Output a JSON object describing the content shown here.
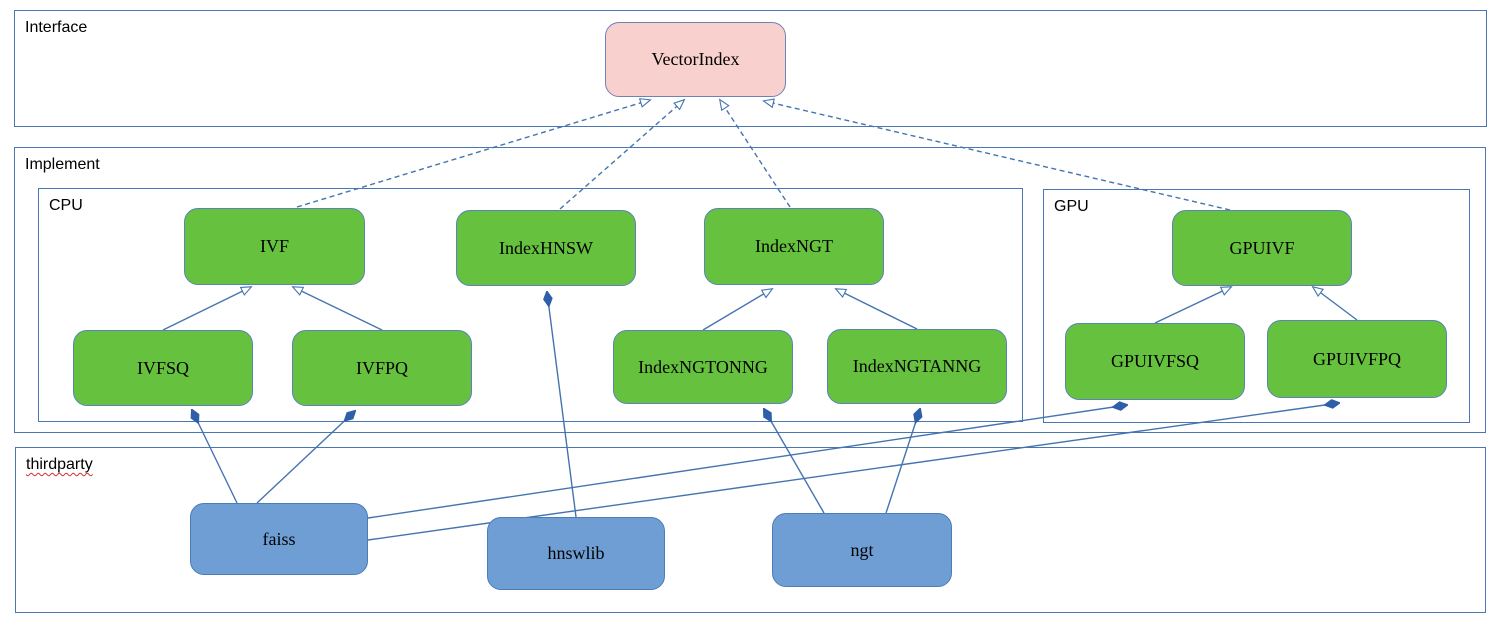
{
  "containers": {
    "interface": {
      "label": "Interface"
    },
    "implement": {
      "label": "Implement"
    },
    "cpu": {
      "label": "CPU"
    },
    "gpu": {
      "label": "GPU"
    },
    "thirdparty": {
      "label": "thirdparty"
    }
  },
  "nodes": {
    "vectorindex": {
      "label": "VectorIndex",
      "group": "interface",
      "fill": "#f8d0cd"
    },
    "ivf": {
      "label": "IVF",
      "group": "cpu",
      "fill": "#66c23e"
    },
    "indexhnsw": {
      "label": "IndexHNSW",
      "group": "cpu",
      "fill": "#66c23e"
    },
    "indexngt": {
      "label": "IndexNGT",
      "group": "cpu",
      "fill": "#66c23e"
    },
    "ivfsq": {
      "label": "IVFSQ",
      "group": "cpu",
      "fill": "#66c23e"
    },
    "ivfpq": {
      "label": "IVFPQ",
      "group": "cpu",
      "fill": "#66c23e"
    },
    "indexngtonng": {
      "label": "IndexNGTONNG",
      "group": "cpu",
      "fill": "#66c23e"
    },
    "indexngtanng": {
      "label": "IndexNGTANNG",
      "group": "cpu",
      "fill": "#66c23e"
    },
    "gpuivf": {
      "label": "GPUIVF",
      "group": "gpu",
      "fill": "#66c23e"
    },
    "gpuivfsq": {
      "label": "GPUIVFSQ",
      "group": "gpu",
      "fill": "#66c23e"
    },
    "gpuivfpq": {
      "label": "GPUIVFPQ",
      "group": "gpu",
      "fill": "#66c23e"
    },
    "faiss": {
      "label": "faiss",
      "group": "thirdparty",
      "fill": "#6f9ed4"
    },
    "hnswlib": {
      "label": "hnswlib",
      "group": "thirdparty",
      "fill": "#6f9ed4"
    },
    "ngt": {
      "label": "ngt",
      "group": "thirdparty",
      "fill": "#6f9ed4"
    }
  },
  "relationships": [
    {
      "from": "IVF",
      "to": "VectorIndex",
      "type": "realization-dashed-hollow-arrow"
    },
    {
      "from": "IndexHNSW",
      "to": "VectorIndex",
      "type": "realization-dashed-hollow-arrow"
    },
    {
      "from": "IndexNGT",
      "to": "VectorIndex",
      "type": "realization-dashed-hollow-arrow"
    },
    {
      "from": "GPUIVF",
      "to": "VectorIndex",
      "type": "realization-dashed-hollow-arrow"
    },
    {
      "from": "IVFSQ",
      "to": "IVF",
      "type": "generalization-hollow-arrow"
    },
    {
      "from": "IVFPQ",
      "to": "IVF",
      "type": "generalization-hollow-arrow"
    },
    {
      "from": "IndexNGTONNG",
      "to": "IndexNGT",
      "type": "generalization-hollow-arrow"
    },
    {
      "from": "IndexNGTANNG",
      "to": "IndexNGT",
      "type": "generalization-hollow-arrow"
    },
    {
      "from": "GPUIVFSQ",
      "to": "GPUIVF",
      "type": "generalization-hollow-arrow"
    },
    {
      "from": "GPUIVFPQ",
      "to": "GPUIVF",
      "type": "generalization-hollow-arrow"
    },
    {
      "from": "faiss",
      "to": "IVFSQ",
      "type": "composition-filled-diamond"
    },
    {
      "from": "faiss",
      "to": "IVFPQ",
      "type": "composition-filled-diamond"
    },
    {
      "from": "faiss",
      "to": "GPUIVFSQ",
      "type": "composition-filled-diamond"
    },
    {
      "from": "faiss",
      "to": "GPUIVFPQ",
      "type": "composition-filled-diamond"
    },
    {
      "from": "hnswlib",
      "to": "IndexHNSW",
      "type": "composition-filled-diamond"
    },
    {
      "from": "ngt",
      "to": "IndexNGTONNG",
      "type": "composition-filled-diamond"
    },
    {
      "from": "ngt",
      "to": "IndexNGTANNG",
      "type": "composition-filled-diamond"
    }
  ],
  "colors": {
    "node_green": "#66c23e",
    "node_blue": "#6f9ed4",
    "node_pink": "#f8d0cd",
    "edge_line": "#4474b0",
    "container_border": "#4a76b2",
    "diamond_fill": "#2e5fa8",
    "spellcheck_underline": "#d03030"
  }
}
